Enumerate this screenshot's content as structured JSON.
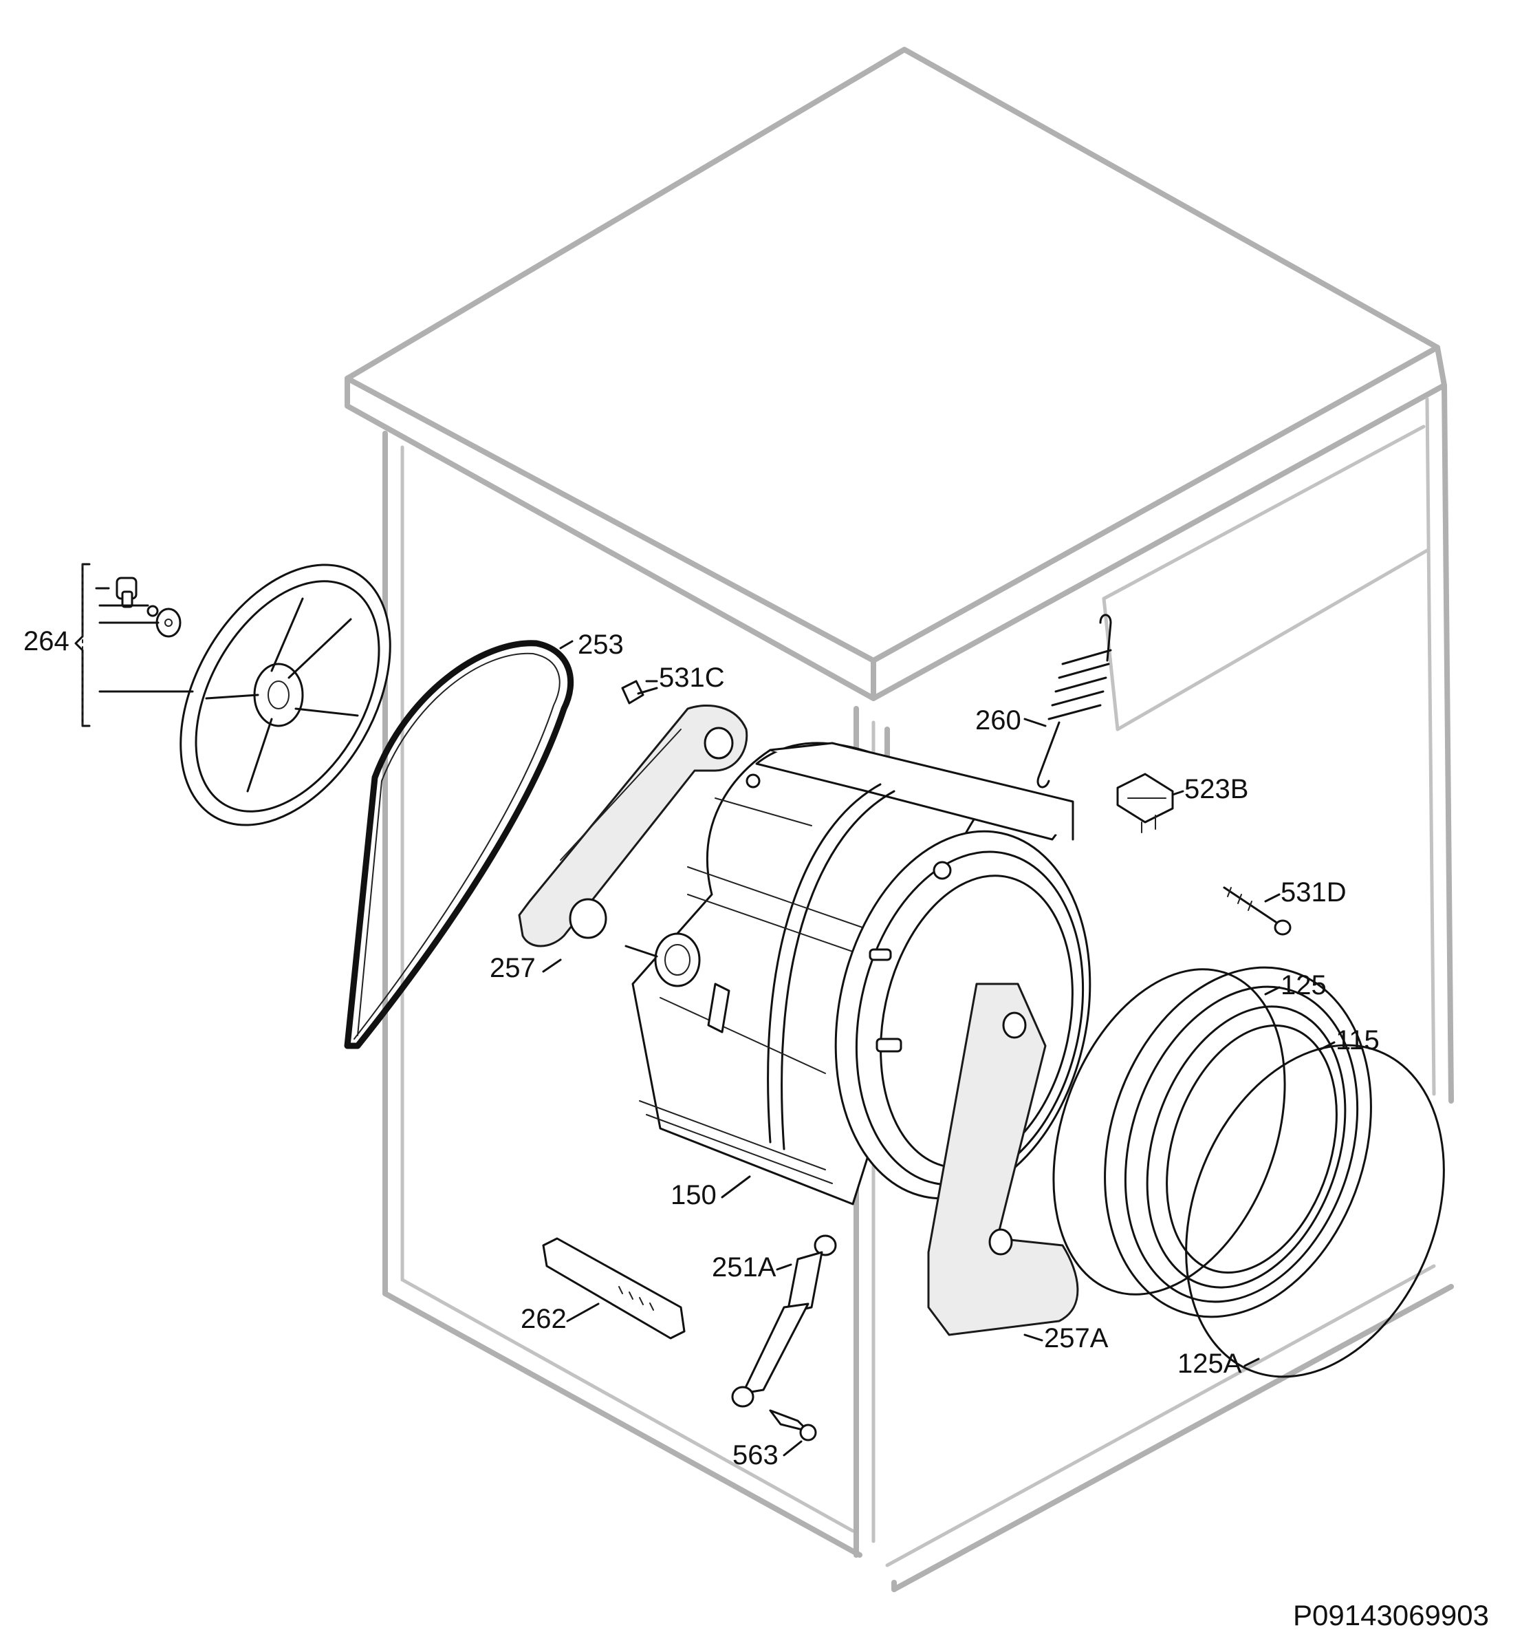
{
  "drawing_code": "P09143069903",
  "parts": {
    "p264": "264",
    "p253": "253",
    "p531C": "531C",
    "p260": "260",
    "p523B": "523B",
    "p531D": "531D",
    "p257": "257",
    "p125": "125",
    "p115": "115",
    "p150": "150",
    "p251A": "251A",
    "p262": "262",
    "p257A": "257A",
    "p125A": "125A",
    "p563": "563"
  }
}
